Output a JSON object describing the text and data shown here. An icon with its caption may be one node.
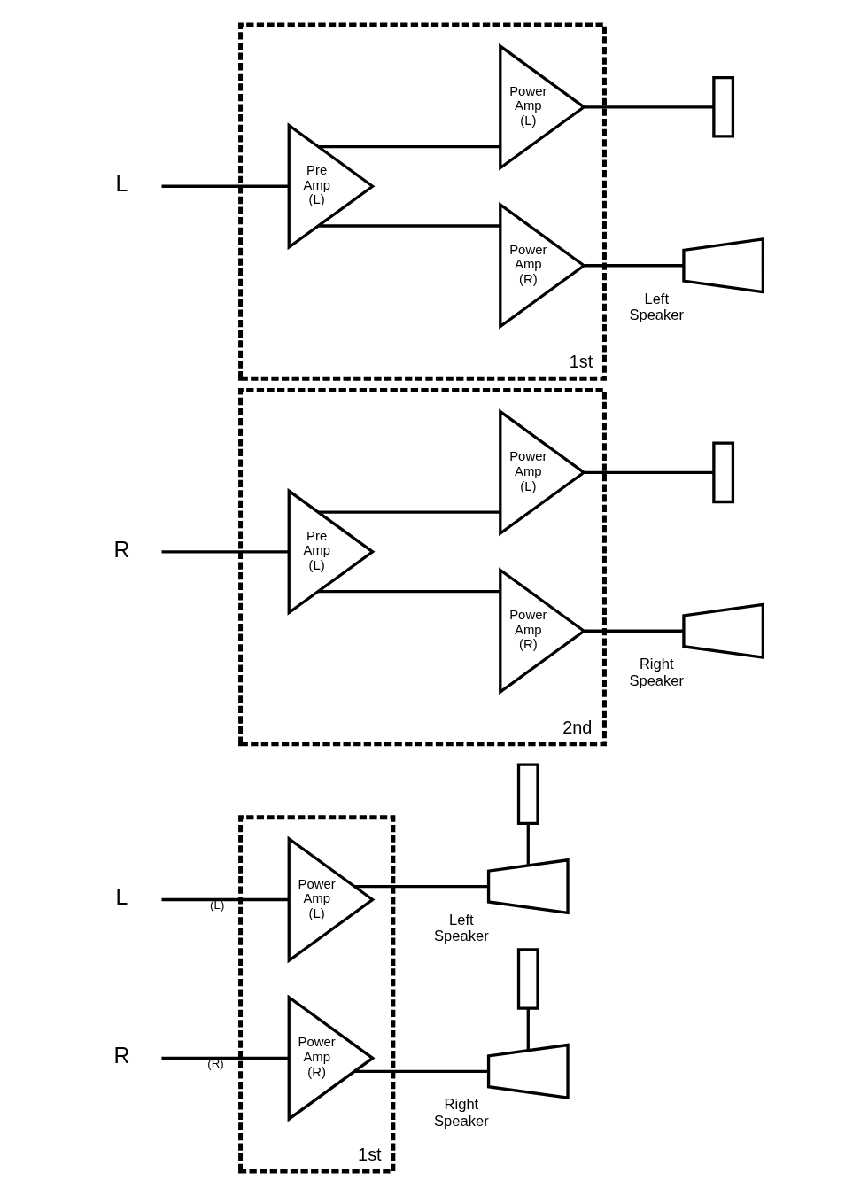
{
  "diagram": {
    "nodes": [
      {
        "text": [
          "L"
        ]
      },
      {
        "text": [
          "1st"
        ]
      },
      {
        "text": [
          "Pre Amp (L)"
        ],
        "in": 1
      },
      {
        "text": [
          "Power Amp (L)"
        ],
        "in": 1
      },
      {
        "text": [
          "Power Amp (R)"
        ],
        "in": 1
      },
      {
        "text": [],
        "shape": "speaker"
      },
      {
        "text": [],
        "shape": "speaker",
        "beside": [
          "Left Speaker"
        ]
      },
      {
        "text": [
          "R"
        ]
      },
      {
        "text": [
          "2nd"
        ]
      },
      {
        "text": [
          "Pre Amp (L)"
        ],
        "in": 8
      },
      {
        "text": [
          "Power Amp (L)"
        ],
        "in": 8
      },
      {
        "text": [
          "Power Amp (R)"
        ],
        "in": 8
      },
      {
        "text": [],
        "shape": "speaker"
      },
      {
        "text": [],
        "shape": "speaker",
        "beside": [
          "Right Speaker"
        ]
      },
      {
        "text": [
          "1st"
        ]
      },
      {
        "text": [
          "L"
        ]
      },
      {
        "text": [
          "Power Amp (L)"
        ],
        "in": 14
      },
      {
        "text": [
          "R"
        ]
      },
      {
        "text": [
          "Power Amp (R)"
        ],
        "in": 14
      },
      {
        "text": [],
        "shape": "speaker"
      },
      {
        "text": [],
        "shape": "speaker",
        "beside": [
          "Left Speaker"
        ]
      },
      {
        "text": [],
        "shape": "speaker"
      },
      {
        "text": [],
        "shape": "speaker",
        "beside": [
          "Right Speaker"
        ]
      }
    ],
    "edges": [
      {
        "from": 0,
        "to": 2,
        "arrow": "none"
      },
      {
        "from": 2,
        "to": 3,
        "arrow": "none"
      },
      {
        "from": 2,
        "to": 4,
        "arrow": "none"
      },
      {
        "from": 3,
        "to": 5,
        "arrow": "none"
      },
      {
        "from": 4,
        "to": 6,
        "arrow": "none"
      },
      {
        "from": 7,
        "to": 9,
        "arrow": "none"
      },
      {
        "from": 9,
        "to": 10,
        "arrow": "none"
      },
      {
        "from": 9,
        "to": 11,
        "arrow": "none"
      },
      {
        "from": 10,
        "to": 12,
        "arrow": "none"
      },
      {
        "from": 11,
        "to": 13,
        "arrow": "none"
      },
      {
        "from": 15,
        "to": 16,
        "arrow": "none",
        "label": "(L)"
      },
      {
        "from": 17,
        "to": 18,
        "arrow": "none",
        "label": "(R)"
      },
      {
        "from": 16,
        "to": 20,
        "arrow": "none"
      },
      {
        "from": 19,
        "to": 20,
        "arrow": "none"
      },
      {
        "from": 18,
        "to": 22,
        "arrow": "none"
      },
      {
        "from": 21,
        "to": 22,
        "arrow": "none"
      }
    ]
  }
}
